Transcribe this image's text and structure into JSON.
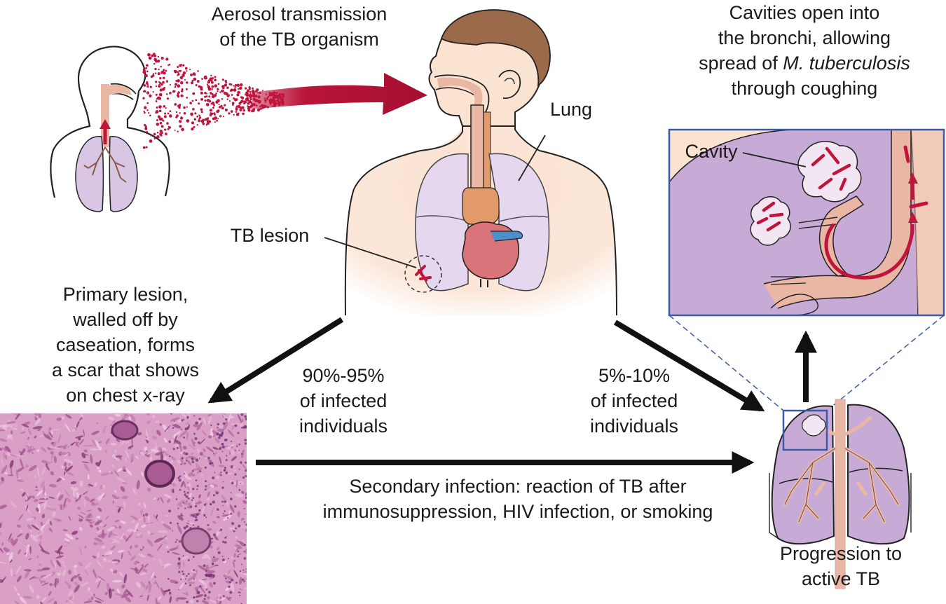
{
  "labels": {
    "aerosol": {
      "line1": "Aerosol transmission",
      "line2": "of the TB organism"
    },
    "lung": "Lung",
    "tb_lesion": "TB lesion",
    "cavities": {
      "line1": "Cavities open into",
      "line2": "the bronchi, allowing",
      "line3_pre": "spread of ",
      "line3_italic": "M. tuberculosis",
      "line4": "through coughing"
    },
    "cavity": "Cavity",
    "primary": {
      "line1": "Primary lesion,",
      "line2": "walled off by",
      "line3": "caseation, forms",
      "line4": "a scar that shows",
      "line5": "on chest x-ray"
    },
    "pct_left": {
      "line1": "90%-95%",
      "line2": "of infected",
      "line3": "individuals"
    },
    "pct_right": {
      "line1": "5%-10%",
      "line2": "of infected",
      "line3": "individuals"
    },
    "secondary": {
      "line1": "Secondary infection: reaction of TB after",
      "line2": "immunosuppression, HIV infection, or smoking"
    },
    "progression": {
      "line1": "Progression to",
      "line2": "active TB"
    }
  },
  "colors": {
    "skin": "#fbe3d2",
    "hair": "#9a6a4a",
    "lung_fill": "#c7abd6",
    "lung_light": "#e6d9ee",
    "airway": "#e9b7a4",
    "bacilli": "#c0143c",
    "heart": "#d9757a",
    "esophagus_tan": "#e29a6a",
    "vessel_blue": "#4c8fc9",
    "inset_border": "#3b5ba8",
    "arrow": "#111111",
    "tissue": "#d99fc7"
  }
}
